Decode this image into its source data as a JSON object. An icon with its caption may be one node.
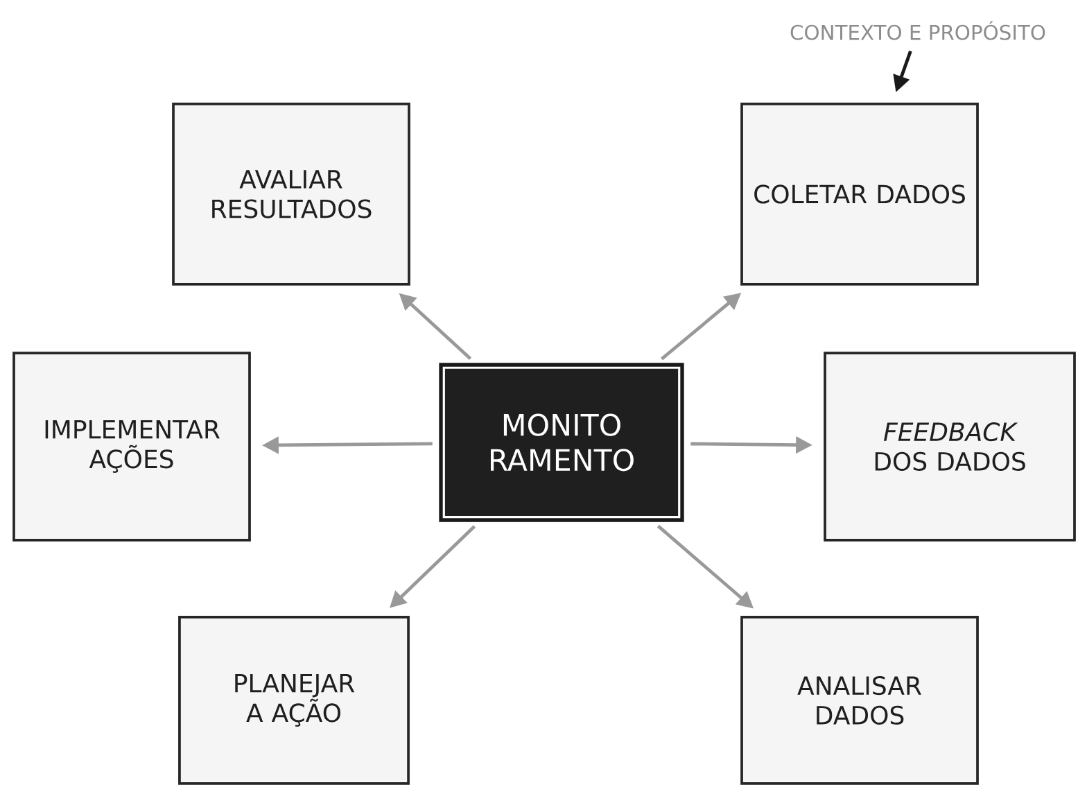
{
  "diagram": {
    "nodes": [
      {
        "text": [
          "CONTEXTO E PROPÓSITO"
        ]
      },
      {
        "text": [
          "AVALIAR RESULTADOS"
        ]
      },
      {
        "text": [
          "COLETAR DADOS"
        ]
      },
      {
        "text": [
          "IMPLEMENTAR AÇÕES"
        ]
      },
      {
        "text": [
          "MONITO RAMENTO"
        ]
      },
      {
        "text": [
          "*FEEDBACK* DOS DADOS"
        ]
      },
      {
        "text": [
          "PLANEJAR A AÇÃO"
        ]
      },
      {
        "text": [
          "ANALISAR DADOS"
        ]
      }
    ],
    "edges": [
      {
        "from": 0,
        "to": 2,
        "arrow": "to",
        "color": "#1a1a1a"
      },
      {
        "from": 4,
        "to": 1,
        "arrow": "to"
      },
      {
        "from": 4,
        "to": 2,
        "arrow": "to"
      },
      {
        "from": 4,
        "to": 3,
        "arrow": "to"
      },
      {
        "from": 4,
        "to": 5,
        "arrow": "to"
      },
      {
        "from": 4,
        "to": 6,
        "arrow": "to"
      },
      {
        "from": 4,
        "to": 7,
        "arrow": "to"
      }
    ]
  }
}
